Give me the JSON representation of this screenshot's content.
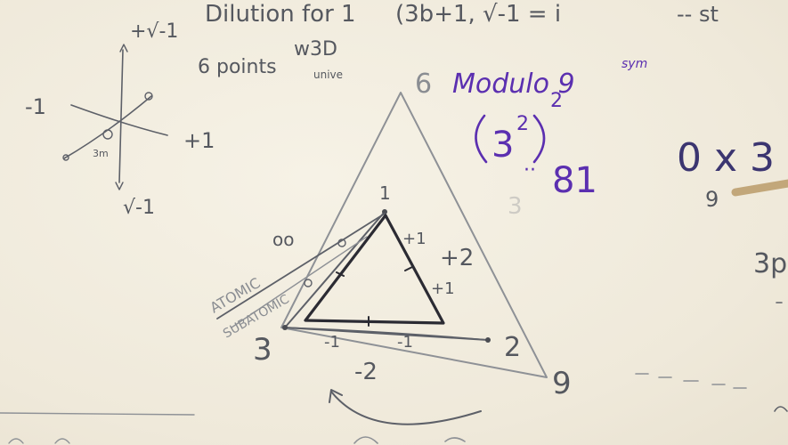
{
  "notes": {
    "top_left": "+√-1",
    "bottom_left": "√-1",
    "axis_minus": "-1",
    "axis_plus": "+1",
    "axis_small": "3m",
    "top_text_1": "Dilution for 1",
    "top_text_2": "(3b+1, √-1 = i",
    "top_text_3": "-- st",
    "sub_text_1": "6 points",
    "sub_text_2": "w3D",
    "sub_text_3": "unive",
    "infinity_mark": "oo",
    "atomic_label": "ATOMIC",
    "subatomic_label": "SUBATOMIC",
    "vertex_top_small": "1",
    "vertex_top_large": "6",
    "vertex_left": "3",
    "vertex_right": "2",
    "vertex_bottom_right": "9",
    "edge_plus2": "+2",
    "edge_minus2": "-2",
    "tick_plus1_a": "+1",
    "tick_plus1_b": "+1",
    "tick_minus1_a": "-1",
    "tick_minus1_b": "-1",
    "right_zero_x3": "0 x 3",
    "right_small_9": "9",
    "right_3p": "3p",
    "ghost_3": "3"
  },
  "purple_notes": {
    "title": "Modulo 9",
    "superscript": "sym",
    "expr_base": "3",
    "expr_inner_exp": "2",
    "expr_outer_exp": "2",
    "result": "81",
    "arrow_dots": "··"
  },
  "colors": {
    "paper": "#f2eee2",
    "pencil": "#5d6068",
    "ink": "#2b2b33",
    "purple": "#5b2fb0",
    "tape": "#c2a77a"
  }
}
